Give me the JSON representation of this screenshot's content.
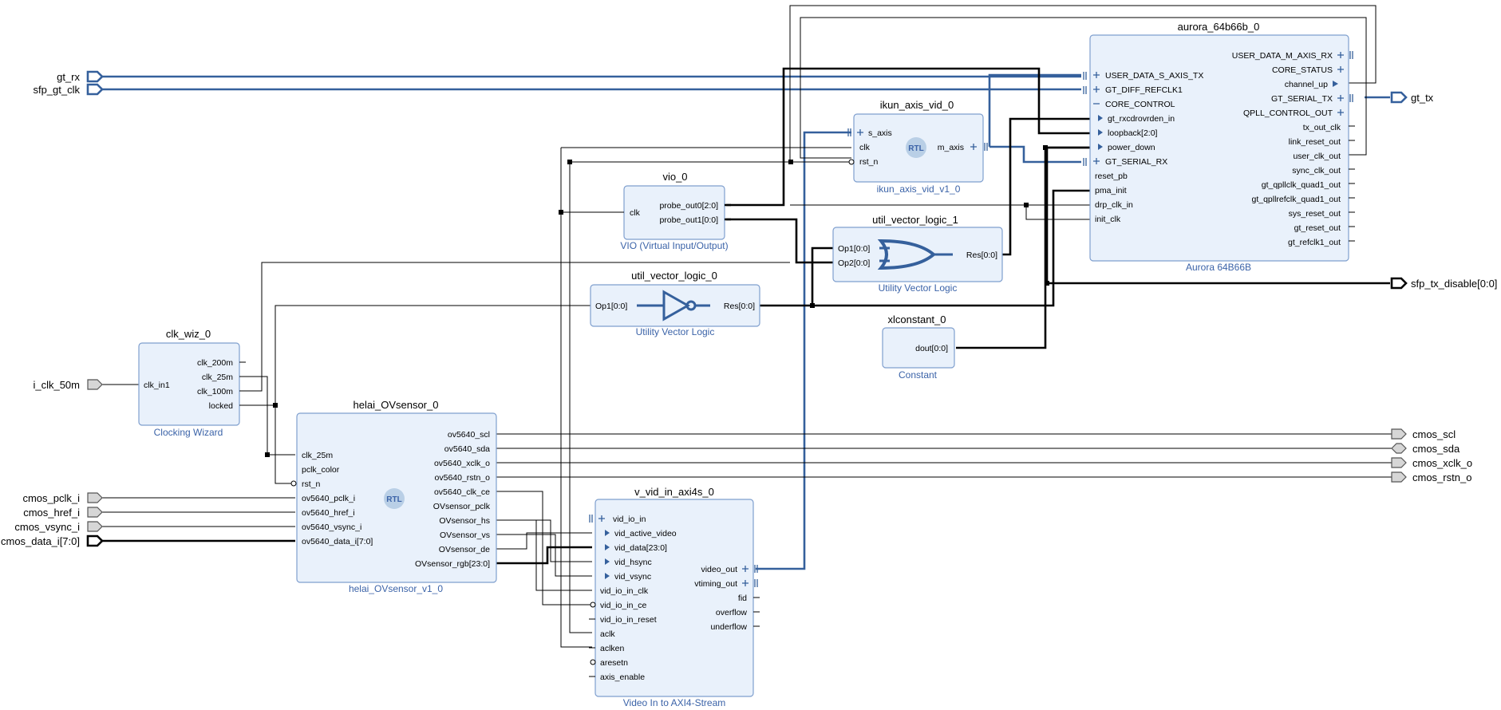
{
  "blocks": {
    "aurora": {
      "title": "aurora_64b66b_0",
      "subtitle": "Aurora 64B66B",
      "left_pins": [
        "USER_DATA_S_AXIS_TX",
        "GT_DIFF_REFCLK1",
        "CORE_CONTROL",
        "gt_rxcdrovrden_in",
        "loopback[2:0]",
        "power_down",
        "GT_SERIAL_RX",
        "reset_pb",
        "pma_init",
        "drp_clk_in",
        "init_clk"
      ],
      "right_pins": [
        "USER_DATA_M_AXIS_RX",
        "CORE_STATUS",
        "channel_up",
        "GT_SERIAL_TX",
        "QPLL_CONTROL_OUT",
        "tx_out_clk",
        "link_reset_out",
        "user_clk_out",
        "sync_clk_out",
        "gt_qpllclk_quad1_out",
        "gt_qpllrefclk_quad1_out",
        "sys_reset_out",
        "gt_reset_out",
        "gt_refclk1_out"
      ]
    },
    "ikun": {
      "title": "ikun_axis_vid_0",
      "subtitle": "ikun_axis_vid_v1_0",
      "left_pins": [
        "s_axis",
        "clk",
        "rst_n"
      ],
      "right_pins": [
        "m_axis"
      ],
      "badge": "RTL"
    },
    "vio": {
      "title": "vio_0",
      "subtitle": "VIO (Virtual Input/Output)",
      "left_pins": [
        "clk"
      ],
      "right_pins": [
        "probe_out0[2:0]",
        "probe_out1[0:0]"
      ]
    },
    "uvl1": {
      "title": "util_vector_logic_1",
      "subtitle": "Utility Vector Logic",
      "left_pins": [
        "Op1[0:0]",
        "Op2[0:0]"
      ],
      "right_pins": [
        "Res[0:0]"
      ]
    },
    "uvl0": {
      "title": "util_vector_logic_0",
      "subtitle": "Utility Vector Logic",
      "left_pins": [
        "Op1[0:0]"
      ],
      "right_pins": [
        "Res[0:0]"
      ]
    },
    "xlc": {
      "title": "xlconstant_0",
      "subtitle": "Constant",
      "right_pins": [
        "dout[0:0]"
      ]
    },
    "clkwiz": {
      "title": "clk_wiz_0",
      "subtitle": "Clocking Wizard",
      "left_pins": [
        "clk_in1"
      ],
      "right_pins": [
        "clk_200m",
        "clk_25m",
        "clk_100m",
        "locked"
      ]
    },
    "helai": {
      "title": "helai_OVsensor_0",
      "subtitle": "helai_OVsensor_v1_0",
      "badge": "RTL",
      "left_pins": [
        "clk_25m",
        "pclk_color",
        "rst_n",
        "ov5640_pclk_i",
        "ov5640_href_i",
        "ov5640_vsync_i",
        "ov5640_data_i[7:0]"
      ],
      "right_pins": [
        "ov5640_scl",
        "ov5640_sda",
        "ov5640_xclk_o",
        "ov5640_rstn_o",
        "ov5640_clk_ce",
        "OVsensor_pclk",
        "OVsensor_hs",
        "OVsensor_vs",
        "OVsensor_de",
        "OVsensor_rgb[23:0]"
      ]
    },
    "vvid": {
      "title": "v_vid_in_axi4s_0",
      "subtitle": "Video In to AXI4-Stream",
      "left_pins": [
        "vid_io_in",
        "vid_active_video",
        "vid_data[23:0]",
        "vid_hsync",
        "vid_vsync",
        "vid_io_in_clk",
        "vid_io_in_ce",
        "vid_io_in_reset",
        "aclk",
        "aclken",
        "aresetn",
        "axis_enable"
      ],
      "right_pins": [
        "video_out",
        "vtiming_out",
        "fid",
        "overflow",
        "underflow"
      ]
    }
  },
  "ports": {
    "inputs": [
      "gt_rx",
      "sfp_gt_clk",
      "i_clk_50m",
      "cmos_pclk_i",
      "cmos_href_i",
      "cmos_vsync_i",
      "cmos_data_i[7:0]"
    ],
    "outputs": [
      "gt_tx",
      "sfp_tx_disable[0:0]",
      "cmos_scl",
      "cmos_sda",
      "cmos_xclk_o",
      "cmos_rstn_o"
    ]
  },
  "colors": {
    "block_fill": "#e9f1fb",
    "block_border": "#7f9fce",
    "subtitle": "#3b63a8",
    "interface_wire": "#35609c",
    "bus_wire": "#000000"
  }
}
